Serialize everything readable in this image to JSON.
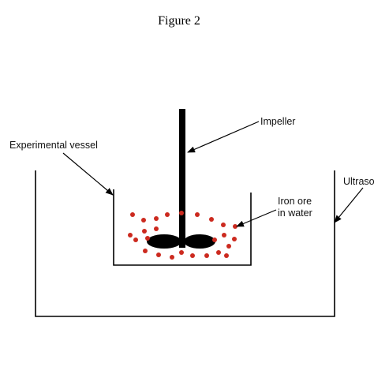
{
  "figure": {
    "title": "Figure 2",
    "labels": {
      "impeller": "Impeller",
      "vessel": "Experimental vessel",
      "iron_ore_line1": "Iron ore",
      "iron_ore_line2": "in water",
      "ultrasonic": "Ultraso"
    },
    "colors": {
      "particles": "#cc2a1f",
      "lines": "#000000"
    }
  }
}
